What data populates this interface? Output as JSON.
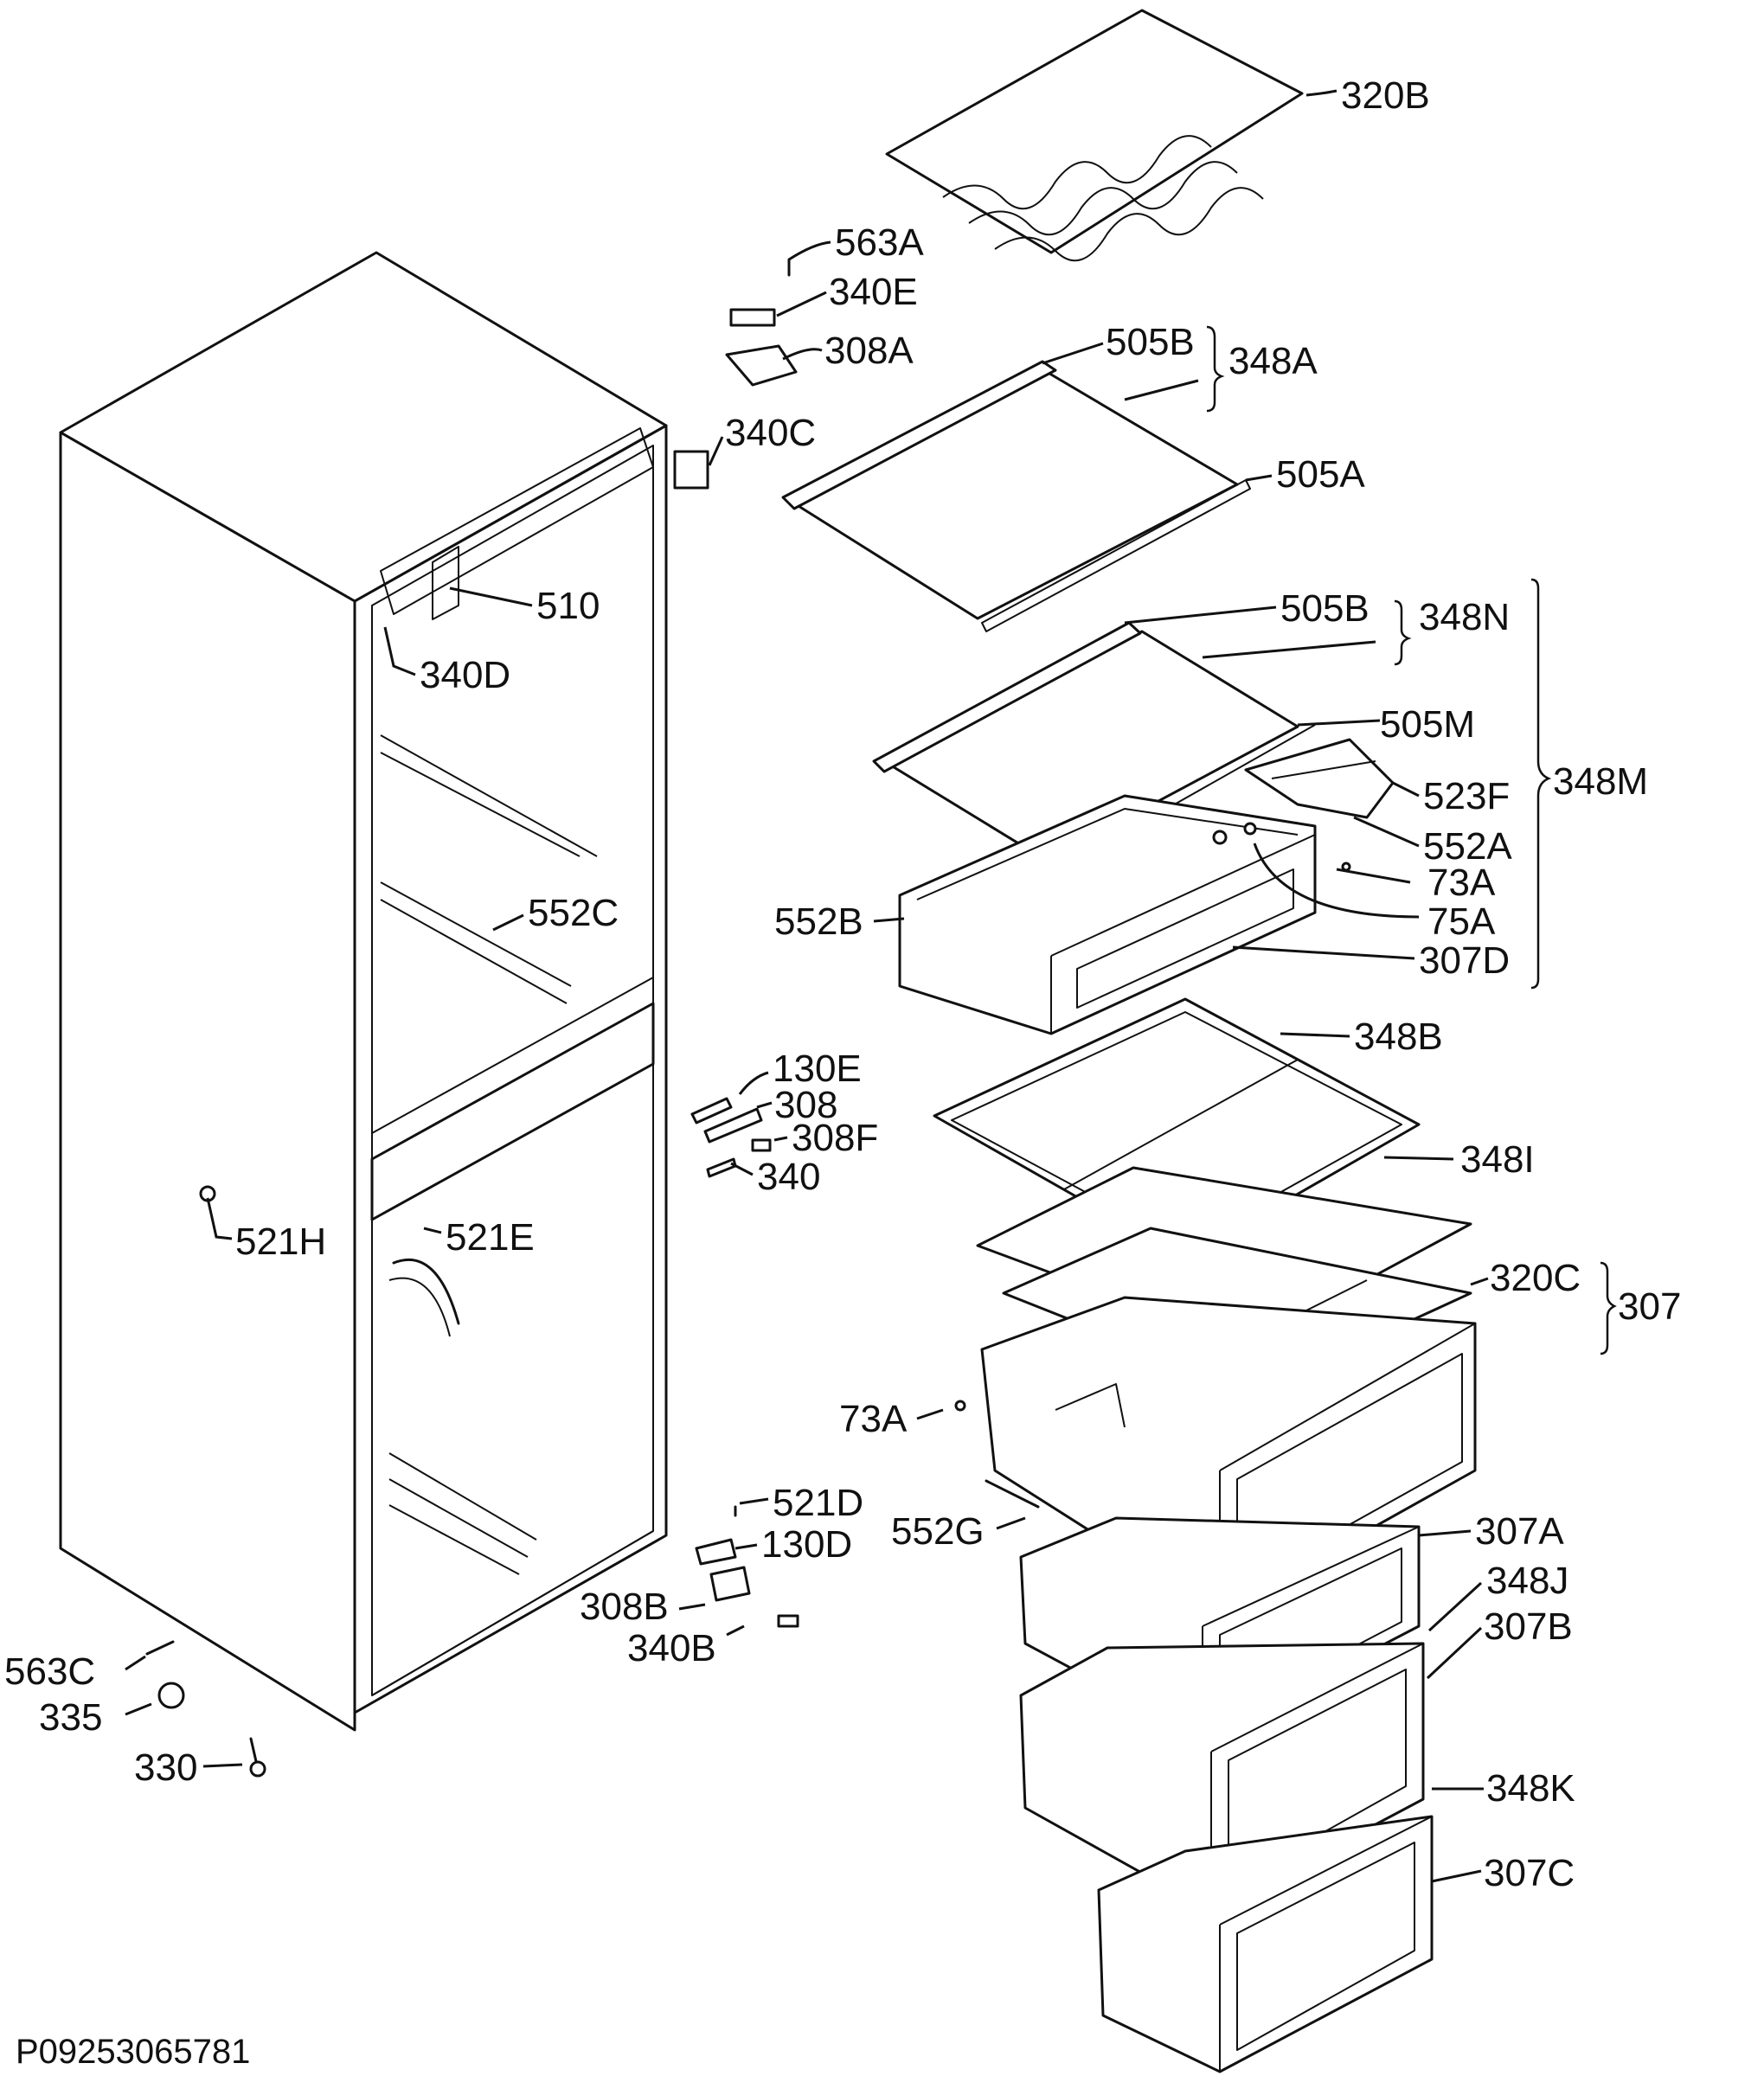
{
  "document_id": "P09253065781",
  "labels": {
    "l320B": "320B",
    "l563A": "563A",
    "l340E": "340E",
    "l308A": "308A",
    "l505B_1": "505B",
    "l348A": "348A",
    "l340C": "340C",
    "l505A": "505A",
    "l510": "510",
    "l340D": "340D",
    "l505B_2": "505B",
    "l348N": "348N",
    "l505M": "505M",
    "l348M": "348M",
    "l523F": "523F",
    "l552A": "552A",
    "l73A_1": "73A",
    "l75A": "75A",
    "l552B": "552B",
    "l307D": "307D",
    "l552C": "552C",
    "l348B": "348B",
    "l130E": "130E",
    "l308": "308",
    "l308F": "308F",
    "l340": "340",
    "l348I": "348I",
    "l521H": "521H",
    "l521E": "521E",
    "l320C": "320C",
    "l307": "307",
    "l73A_2": "73A",
    "l521D": "521D",
    "l130D": "130D",
    "l552G": "552G",
    "l307A": "307A",
    "l348J": "348J",
    "l308B": "308B",
    "l307B": "307B",
    "l340B": "340B",
    "l563C": "563C",
    "l335": "335",
    "l330": "330",
    "l348K": "348K",
    "l307C": "307C"
  }
}
